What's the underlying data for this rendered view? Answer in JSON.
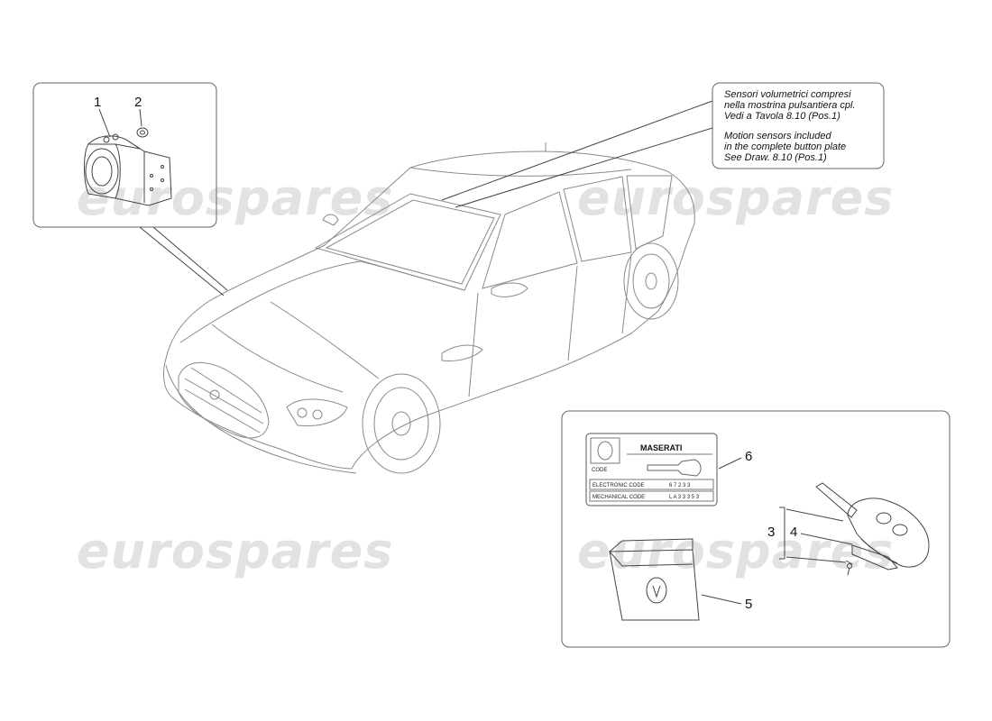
{
  "watermark": "eurospares",
  "callouts": {
    "c1": "1",
    "c2": "2",
    "c3": "3",
    "c4": "4",
    "c5": "5",
    "c6": "6"
  },
  "note": {
    "it_line1": "Sensori volumetrici compresi",
    "it_line2": "nella mostrina pulsantiera cpl.",
    "it_line3": "Vedi a Tavola 8.10 (Pos.1)",
    "en_line1": "Motion sensors included",
    "en_line2": "in the complete button plate",
    "en_line3": "See Draw. 8.10 (Pos.1)"
  },
  "code_card": {
    "brand": "MASERATI",
    "code_label": "CODE",
    "electronic_label": "ELECTRONIC CODE",
    "electronic_value": "6 7 2 3 3",
    "mechanical_label": "MECHANICAL CODE",
    "mechanical_value": "L A 3 3 3 5 3"
  },
  "icons": {
    "siren": "alarm-siren-icon",
    "nut": "nut-icon",
    "key": "remote-key-icon",
    "wallet": "document-wallet-icon",
    "card": "code-card-icon",
    "car": "car-sedan-icon"
  }
}
